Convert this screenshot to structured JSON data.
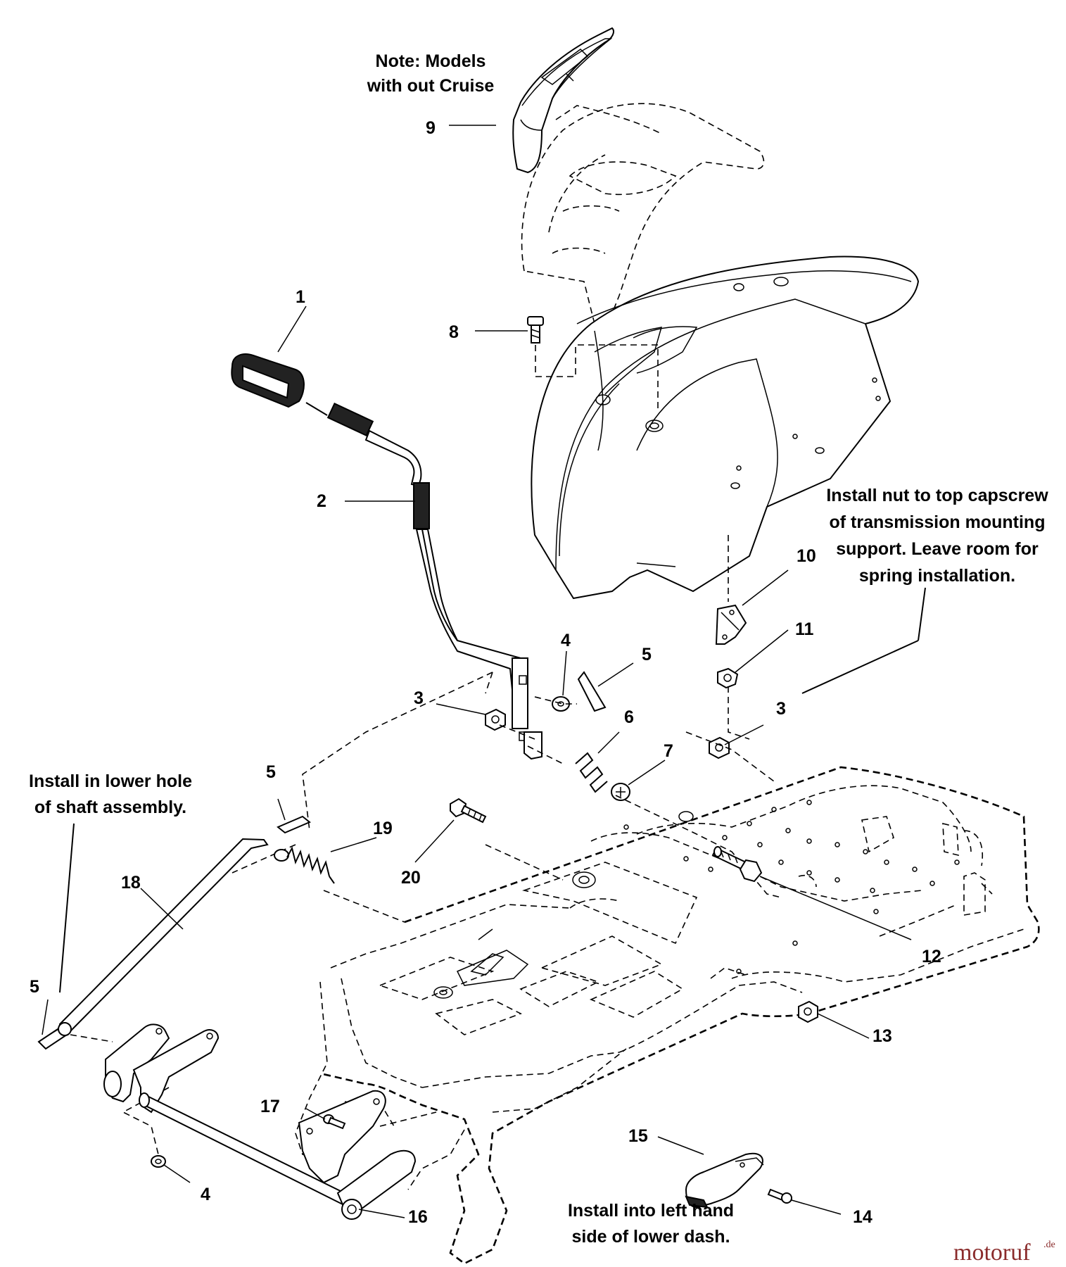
{
  "callouts": [
    {
      "id": "c1",
      "label": "1"
    },
    {
      "id": "c2",
      "label": "2"
    },
    {
      "id": "c3a",
      "label": "3"
    },
    {
      "id": "c3b",
      "label": "3"
    },
    {
      "id": "c4a",
      "label": "4"
    },
    {
      "id": "c4b",
      "label": "4"
    },
    {
      "id": "c5a",
      "label": "5"
    },
    {
      "id": "c5b",
      "label": "5"
    },
    {
      "id": "c5c",
      "label": "5"
    },
    {
      "id": "c6",
      "label": "6"
    },
    {
      "id": "c7",
      "label": "7"
    },
    {
      "id": "c8",
      "label": "8"
    },
    {
      "id": "c9",
      "label": "9"
    },
    {
      "id": "c10",
      "label": "10"
    },
    {
      "id": "c11",
      "label": "11"
    },
    {
      "id": "c12",
      "label": "12"
    },
    {
      "id": "c13",
      "label": "13"
    },
    {
      "id": "c14",
      "label": "14"
    },
    {
      "id": "c15",
      "label": "15"
    },
    {
      "id": "c16",
      "label": "16"
    },
    {
      "id": "c17",
      "label": "17"
    },
    {
      "id": "c18",
      "label": "18"
    },
    {
      "id": "c19",
      "label": "19"
    },
    {
      "id": "c20",
      "label": "20"
    }
  ],
  "notes": {
    "cruise": [
      "Note: Models",
      "with out Cruise"
    ],
    "transmission": [
      "Install nut to top capscrew",
      "of transmission mounting",
      "support. Leave room for",
      "spring installation."
    ],
    "shaft": [
      "Install in lower hole",
      "of shaft assembly."
    ],
    "dash": [
      "Install into left hand",
      "side of lower dash."
    ]
  },
  "watermark": {
    "main": "motoruf",
    "sub": ".de"
  }
}
